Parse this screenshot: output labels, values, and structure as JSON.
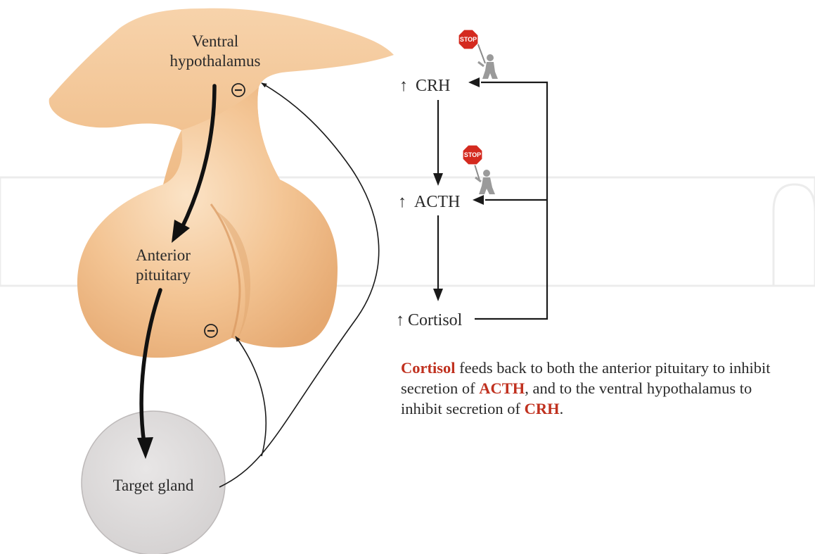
{
  "labels": {
    "ventral_line1": "Ventral",
    "ventral_line2": "hypothalamus",
    "anterior_line1": "Anterior",
    "anterior_line2": "pituitary",
    "target_gland": "Target gland"
  },
  "inhibition_symbol": "⊖",
  "cascade": {
    "up_arrow": "↑",
    "crh": "CRH",
    "acth": "ACTH",
    "cortisol": "Cortisol"
  },
  "stop_sign_text": "STOP",
  "caption": {
    "cortisol": "Cortisol",
    "text1": " feeds back to both the anterior pituitary to inhibit secretion of ",
    "acth": "ACTH",
    "text2": ", and to the ventral hypothalamus to inhibit secretion of ",
    "crh": "CRH",
    "text3": "."
  },
  "colors": {
    "tissue": "#f3c493",
    "tissue_shade": "#dea068",
    "gland": "#dedcdc",
    "highlight": "#c0311f",
    "watermark": "#ececec"
  }
}
